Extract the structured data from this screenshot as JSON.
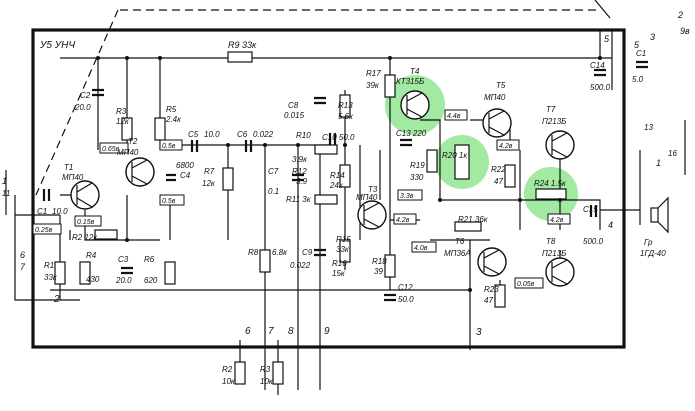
{
  "module_label": "У5 УНЧ",
  "colors": {
    "highlight": "#7ee07e",
    "ink": "#111111",
    "paper": "#ffffff"
  },
  "labels": {
    "R9": "R9 33к",
    "C2": "C2",
    "C2v": "20.0",
    "R3": "R3",
    "R3v": "12к",
    "R5": "R5",
    "R5v": "2.4к",
    "T2": "T2",
    "T2t": "МП40",
    "C5": "C5",
    "C5v": "10.0",
    "C6": "C6",
    "C6v": "0.022",
    "C4": "C4",
    "C4v": "6800",
    "R7": "R7",
    "R7v": "12к",
    "T1": "T1",
    "T1t": "МП40",
    "C1": "C1",
    "C1v": "10.0",
    "R2": "R2 12к",
    "R1": "R1",
    "R1v": "33к",
    "R4": "R4",
    "R4v": "430",
    "C3": "C3",
    "C3v": "20.0",
    "R6": "R6",
    "R6v": "620",
    "C8": "C8",
    "C8v": "0.015",
    "R10": "R10",
    "R10v": "3.9к",
    "C10": "C10 50.0",
    "R12": "R12",
    "R12v": "3.9",
    "R11": "R11 3к",
    "C7": "C7",
    "C7v": "0.1",
    "R8": "R8",
    "R8v": "6.8к",
    "C9": "C9",
    "C9v": "0.022",
    "R13": "R13",
    "R13v": "5.6к",
    "R14": "R14",
    "R14v": "24к",
    "R15": "R15",
    "R15v": "33к",
    "R16": "R16",
    "R16v": "15к",
    "T3": "T3",
    "T3t": "МП40",
    "R18": "R18",
    "R18v": "39",
    "C12": "C12",
    "C12v": "50.0",
    "R17": "R17",
    "R17v": "39к",
    "T4": "T4",
    "T4t": "КТ315Б",
    "C13": "C13 220",
    "R19": "R19",
    "R19v": "330",
    "R20": "R20 1к",
    "T5": "T5",
    "T5t": "МП40",
    "R22": "R22",
    "R22v": "47",
    "T7": "T7",
    "T7t": "П213Б",
    "R24": "R24 1.5к",
    "C14": "C14",
    "C14v": "500.0",
    "C15": "C15",
    "C15v": "500.0",
    "R21": "R21 36к",
    "T6": "T6",
    "T6t": "МП36А",
    "T8": "T8",
    "T8t": "П213Б",
    "R23": "R23",
    "R23v": "47",
    "R2ext": "R2",
    "R2extv": "10к",
    "R3ext": "R3",
    "R3extv": "10к",
    "Gr": "Гр",
    "Grt": "1ГД-40",
    "C1ext": "C1",
    "C1extv": "5.0"
  },
  "voltages": {
    "v1": "0.65в",
    "v2": "0.5в",
    "v3": "0.5в",
    "v4": "0.15в",
    "v5": "0.25в",
    "v6": "3.3в",
    "v7": "4.2в",
    "v8": "4.4в",
    "v9": "4.2в",
    "v10": "4.2в",
    "v11": "4.0в",
    "v12": "0.05в"
  },
  "pins": [
    "1",
    "2",
    "3",
    "4",
    "5",
    "6",
    "7",
    "8",
    "9",
    "11",
    "13",
    "16"
  ],
  "ext": {
    "m1": "2",
    "m2": "3",
    "m3": "9в",
    "m4": "5",
    "m5": "1",
    "m6": "6",
    "m7": "7"
  }
}
